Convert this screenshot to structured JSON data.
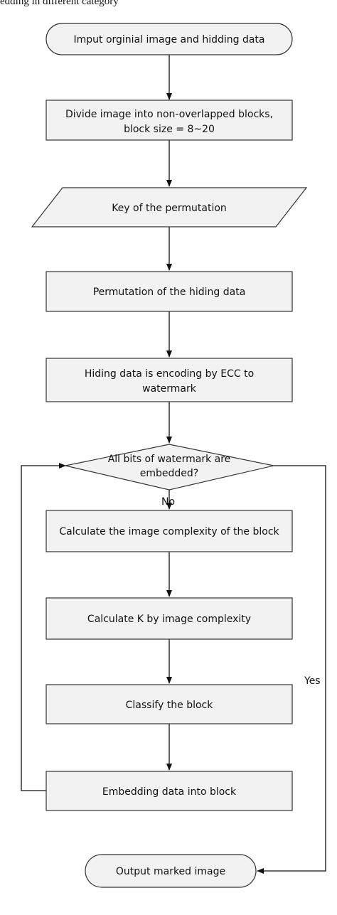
{
  "caption": "edding in different category",
  "nodes": [
    {
      "id": "n1",
      "shape": "terminal",
      "lines": [
        "Imput orginial image and hidding data"
      ]
    },
    {
      "id": "n2",
      "shape": "process",
      "lines": [
        "Divide image into non-overlapped blocks,",
        "block size = 8~20"
      ]
    },
    {
      "id": "n3",
      "shape": "data",
      "lines": [
        "Key of the permutation"
      ]
    },
    {
      "id": "n4",
      "shape": "process",
      "lines": [
        "Permutation of the hiding data"
      ]
    },
    {
      "id": "n5",
      "shape": "process",
      "lines": [
        "Hiding data is encoding by ECC to",
        "watermark"
      ]
    },
    {
      "id": "n6",
      "shape": "decision",
      "lines": [
        "All bits of watermark are",
        "embedded?"
      ]
    },
    {
      "id": "n7",
      "shape": "process",
      "lines": [
        "Calculate the image complexity of the block"
      ]
    },
    {
      "id": "n8",
      "shape": "process",
      "lines": [
        "Calculate K by image complexity"
      ]
    },
    {
      "id": "n9",
      "shape": "process",
      "lines": [
        "Classify the block"
      ]
    },
    {
      "id": "n10",
      "shape": "process",
      "lines": [
        "Embedding data into block"
      ]
    },
    {
      "id": "n11",
      "shape": "terminal",
      "lines": [
        "Output marked image"
      ]
    }
  ],
  "edges": [
    {
      "from": "n1",
      "to": "n2",
      "label": ""
    },
    {
      "from": "n2",
      "to": "n3",
      "label": ""
    },
    {
      "from": "n3",
      "to": "n4",
      "label": ""
    },
    {
      "from": "n4",
      "to": "n5",
      "label": ""
    },
    {
      "from": "n5",
      "to": "n6",
      "label": ""
    },
    {
      "from": "n6",
      "to": "n7",
      "label": "No"
    },
    {
      "from": "n7",
      "to": "n8",
      "label": ""
    },
    {
      "from": "n8",
      "to": "n9",
      "label": ""
    },
    {
      "from": "n9",
      "to": "n10",
      "label": ""
    },
    {
      "from": "n10",
      "to": "n6",
      "label": ""
    },
    {
      "from": "n6",
      "to": "n11",
      "label": "Yes"
    }
  ],
  "labels": {
    "no": "No",
    "yes": "Yes"
  }
}
